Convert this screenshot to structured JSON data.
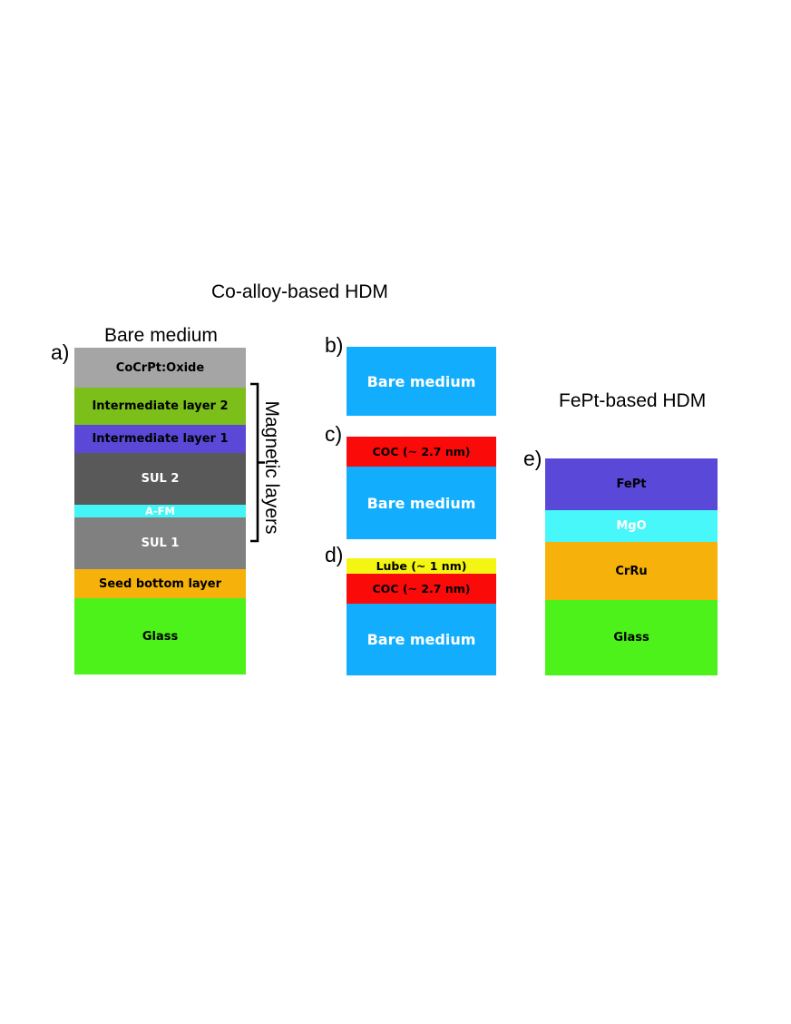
{
  "titles": {
    "co_alloy": "Co-alloy-based HDM",
    "bare_medium": "Bare medium",
    "fept": "FePt-based HDM"
  },
  "panel_labels": {
    "a": "a)",
    "b": "b)",
    "c": "c)",
    "d": "d)",
    "e": "e)"
  },
  "brace_label": "Magnetic layers",
  "stack_a": [
    {
      "label": "CoCrPt:Oxide",
      "color": "#a5a5a5",
      "text_color": "#000000"
    },
    {
      "label": "Intermediate layer 2",
      "color": "#7cbf1a",
      "text_color": "#000000"
    },
    {
      "label": "Intermediate layer 1",
      "color": "#5b48d6",
      "text_color": "#000000"
    },
    {
      "label": "SUL 2",
      "color": "#595959",
      "text_color": "#ffffff"
    },
    {
      "label": "A-FM",
      "color": "#44f4f7",
      "text_color": "#ffffff"
    },
    {
      "label": "SUL 1",
      "color": "#808080",
      "text_color": "#ffffff"
    },
    {
      "label": "Seed bottom layer",
      "color": "#f6b10a",
      "text_color": "#000000"
    },
    {
      "label": "Glass",
      "color": "#4cf219",
      "text_color": "#000000"
    }
  ],
  "stack_b": [
    {
      "label": "Bare medium",
      "color": "#12aefd",
      "text_color": "#ffffff"
    }
  ],
  "stack_c": [
    {
      "label": "COC (~ 2.7 nm)",
      "color": "#fb0a0a",
      "text_color": "#000000"
    },
    {
      "label": "Bare medium",
      "color": "#12aefd",
      "text_color": "#ffffff"
    }
  ],
  "stack_d": [
    {
      "label": "Lube (~ 1 nm)",
      "color": "#f4f512",
      "text_color": "#000000"
    },
    {
      "label": "COC (~ 2.7 nm)",
      "color": "#fb0a0a",
      "text_color": "#000000"
    },
    {
      "label": "Bare medium",
      "color": "#12aefd",
      "text_color": "#ffffff"
    }
  ],
  "stack_e": [
    {
      "label": "FePt",
      "color": "#5a48d8",
      "text_color": "#000000"
    },
    {
      "label": "MgO",
      "color": "#48f7f9",
      "text_color": "#ffffff"
    },
    {
      "label": "CrRu",
      "color": "#f6b10a",
      "text_color": "#000000"
    },
    {
      "label": "Glass",
      "color": "#4cf219",
      "text_color": "#000000"
    }
  ]
}
